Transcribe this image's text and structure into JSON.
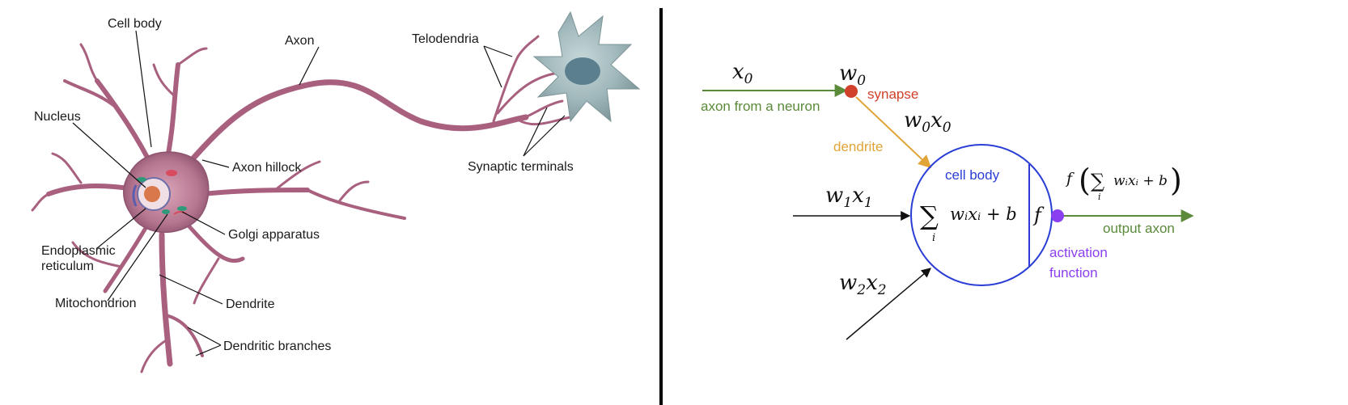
{
  "left_panel": {
    "labels": {
      "cell_body": "Cell body",
      "axon": "Axon",
      "telodendria": "Telodendria",
      "nucleus": "Nucleus",
      "axon_hillock": "Axon hillock",
      "synaptic_terminals": "Synaptic terminals",
      "golgi": "Golgi apparatus",
      "er_line1": "Endoplasmic",
      "er_line2": "reticulum",
      "mitochondrion": "Mitochondrion",
      "dendrite": "Dendrite",
      "dendritic_branches": "Dendritic branches"
    }
  },
  "right_panel": {
    "x0": "x",
    "x0_sub": "0",
    "w0": "w",
    "w0_sub": "0",
    "synapse": "synapse",
    "axon_from_neuron": "axon from a neuron",
    "w0x0_w": "w",
    "w0x0_wsub": "0",
    "w0x0_x": "x",
    "w0x0_xsub": "0",
    "dendrite": "dendrite",
    "cell_body": "cell body",
    "w1x1_w": "w",
    "w1x1_wsub": "1",
    "w1x1_x": "x",
    "w1x1_xsub": "1",
    "w2x2_w": "w",
    "w2x2_wsub": "2",
    "w2x2_x": "x",
    "w2x2_xsub": "2",
    "sum_symbol": "∑",
    "sum_index": "i",
    "sum_term": "wᵢxᵢ + b",
    "f_symbol": "f",
    "output_formula_f": "f",
    "output_formula_inner": "wᵢxᵢ + b",
    "output_axon": "output axon",
    "activation_line1": "activation",
    "activation_line2": "function"
  },
  "colors": {
    "input_green": "#5b8a3a",
    "synapse_red": "#d0402a",
    "dendrite_orange": "#e0a437",
    "cell_blue": "#2a3ed6",
    "activation_purple": "#8a3ff0",
    "neuron_pink": "#a8607e",
    "divider": "#000000"
  }
}
